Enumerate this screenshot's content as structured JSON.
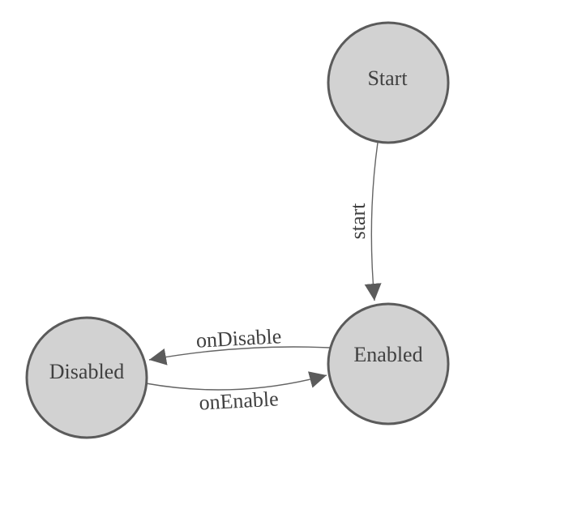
{
  "diagram": {
    "type": "state-machine",
    "background_color": "#ffffff",
    "node_fill_color": "#d2d2d2",
    "node_stroke_color": "#5b5b5b",
    "edge_color": "#646464",
    "arrowhead_color": "#5b5b5b",
    "text_color": "#404040",
    "nodes": [
      {
        "id": "start",
        "label": "Start"
      },
      {
        "id": "enabled",
        "label": "Enabled"
      },
      {
        "id": "disabled",
        "label": "Disabled"
      }
    ],
    "edges": [
      {
        "id": "start-transition",
        "label": "start",
        "from": "start",
        "to": "enabled"
      },
      {
        "id": "ondisable-transition",
        "label": "onDisable",
        "from": "enabled",
        "to": "disabled"
      },
      {
        "id": "onenable-transition",
        "label": "onEnable",
        "from": "disabled",
        "to": "enabled"
      }
    ]
  }
}
